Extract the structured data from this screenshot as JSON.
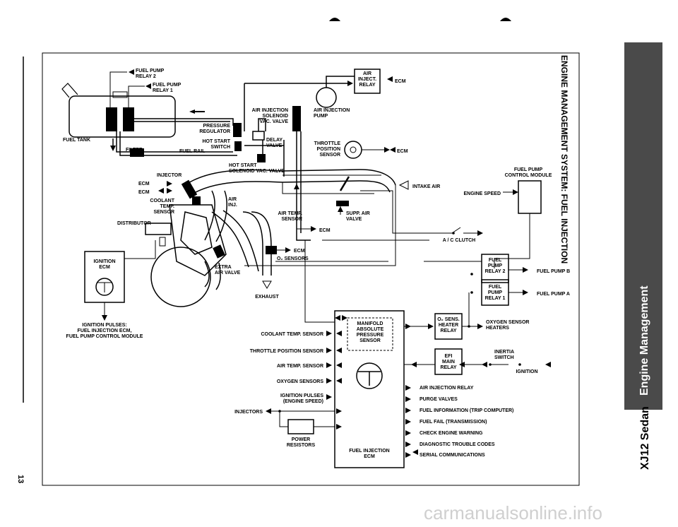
{
  "page_number": "13",
  "section_tab": "Engine Management",
  "model_title": "XJ12 Sedan",
  "vertical_title": "ENGINE MANAGEMENT SYSTEM: FUEL INJECTION",
  "watermark": "carmanualsonline.info",
  "labels": {
    "fuel_pump_relay2": [
      "FUEL PUMP",
      "RELAY 2"
    ],
    "fuel_pump_relay1": [
      "FUEL PUMP",
      "RELAY 1"
    ],
    "fuel_tank": "FUEL TANK",
    "filter": "FILTER",
    "fuel_rail": "FUEL RAIL",
    "pressure_regulator": [
      "PRESSURE",
      "REGULATOR"
    ],
    "hot_start_switch": [
      "HOT START",
      "SWITCH"
    ],
    "air_injection_solenoid": [
      "AIR INJECTION",
      "SOLENOID",
      "VAC. VALVE"
    ],
    "delay_valve": [
      "DELAY",
      "VALVE"
    ],
    "air_inject_relay": [
      "AIR",
      "INJECT.",
      "RELAY"
    ],
    "ecm": "ECM",
    "air_injection_pump": [
      "AIR INJECTION",
      "PUMP"
    ],
    "throttle_position_sensor": [
      "THROTTLE",
      "POSITION",
      "SENSOR"
    ],
    "hot_start_solenoid": [
      "HOT START",
      "SOLENOID VAC. VALVE"
    ],
    "injector": "INJECTOR",
    "intake_air": "INTAKE AIR",
    "coolant_temp_sensor": [
      "COOLANT",
      "TEMP.",
      "SENSOR"
    ],
    "air_inj": [
      "AIR",
      "INJ."
    ],
    "distributor": "DISTRIBUTOR",
    "air_temp_sensor": [
      "AIR TEMP.",
      "SENSOR"
    ],
    "supp_air_valve": [
      "SUPP. AIR",
      "VALVE"
    ],
    "fuel_pump_control_module": [
      "FUEL PUMP",
      "CONTROL MODULE"
    ],
    "engine_speed": "ENGINE SPEED",
    "ac_clutch": "A / C CLUTCH",
    "ignition_ecm": [
      "IGNITION",
      "ECM"
    ],
    "o2_sensors": "O₂ SENSORS",
    "extra_air_valve": [
      "EXTRA",
      "AIR VALVE"
    ],
    "exhaust": "EXHAUST",
    "fuel_pump_relay2_box": [
      "FUEL",
      "PUMP",
      "RELAY 2"
    ],
    "fuel_pump_relay1_box": [
      "FUEL",
      "PUMP",
      "RELAY 1"
    ],
    "fuel_pump_b": "FUEL PUMP B",
    "fuel_pump_a": "FUEL PUMP A",
    "ignition_pulses_note": [
      "IGNITION PULSES:",
      "FUEL INJECTION ECM,",
      "FUEL PUMP CONTROL MODULE"
    ],
    "map_sensor": [
      "MANIFOLD",
      "ABSOLUTE",
      "PRESSURE",
      "SENSOR"
    ],
    "o2_heater_relay": [
      "O₂ SENS.",
      "HEATER",
      "RELAY"
    ],
    "oxygen_sensor_heaters": [
      "OXYGEN SENSOR",
      "HEATERS"
    ],
    "efi_main_relay": [
      "EFI",
      "MAIN",
      "RELAY"
    ],
    "inertia_switch": [
      "INERTIA",
      "SWITCH"
    ],
    "ignition": "IGNITION",
    "power_resistors": [
      "POWER",
      "RESISTORS"
    ],
    "fuel_injection_ecm": [
      "FUEL INJECTION",
      "ECM"
    ],
    "injectors": "INJECTORS",
    "ecm_inputs": [
      "COOLANT TEMP. SENSOR",
      "THROTTLE POSITION SENSOR",
      "AIR TEMP. SENSOR",
      "OXYGEN SENSORS",
      "IGNITION PULSES",
      "(ENGINE SPEED)"
    ],
    "ecm_outputs": [
      "AIR INJECTION RELAY",
      "PURGE VALVES",
      "FUEL INFORMATION (TRIP COMPUTER)",
      "FUEL FAIL (TRANSMISSION)",
      "CHECK ENGINE WARNING",
      "DIAGNOSTIC TROUBLE CODES",
      "SERIAL COMMUNICATIONS"
    ]
  },
  "colors": {
    "ink": "#000000",
    "tab": "#4a4a4a",
    "tab_text": "#ffffff"
  }
}
